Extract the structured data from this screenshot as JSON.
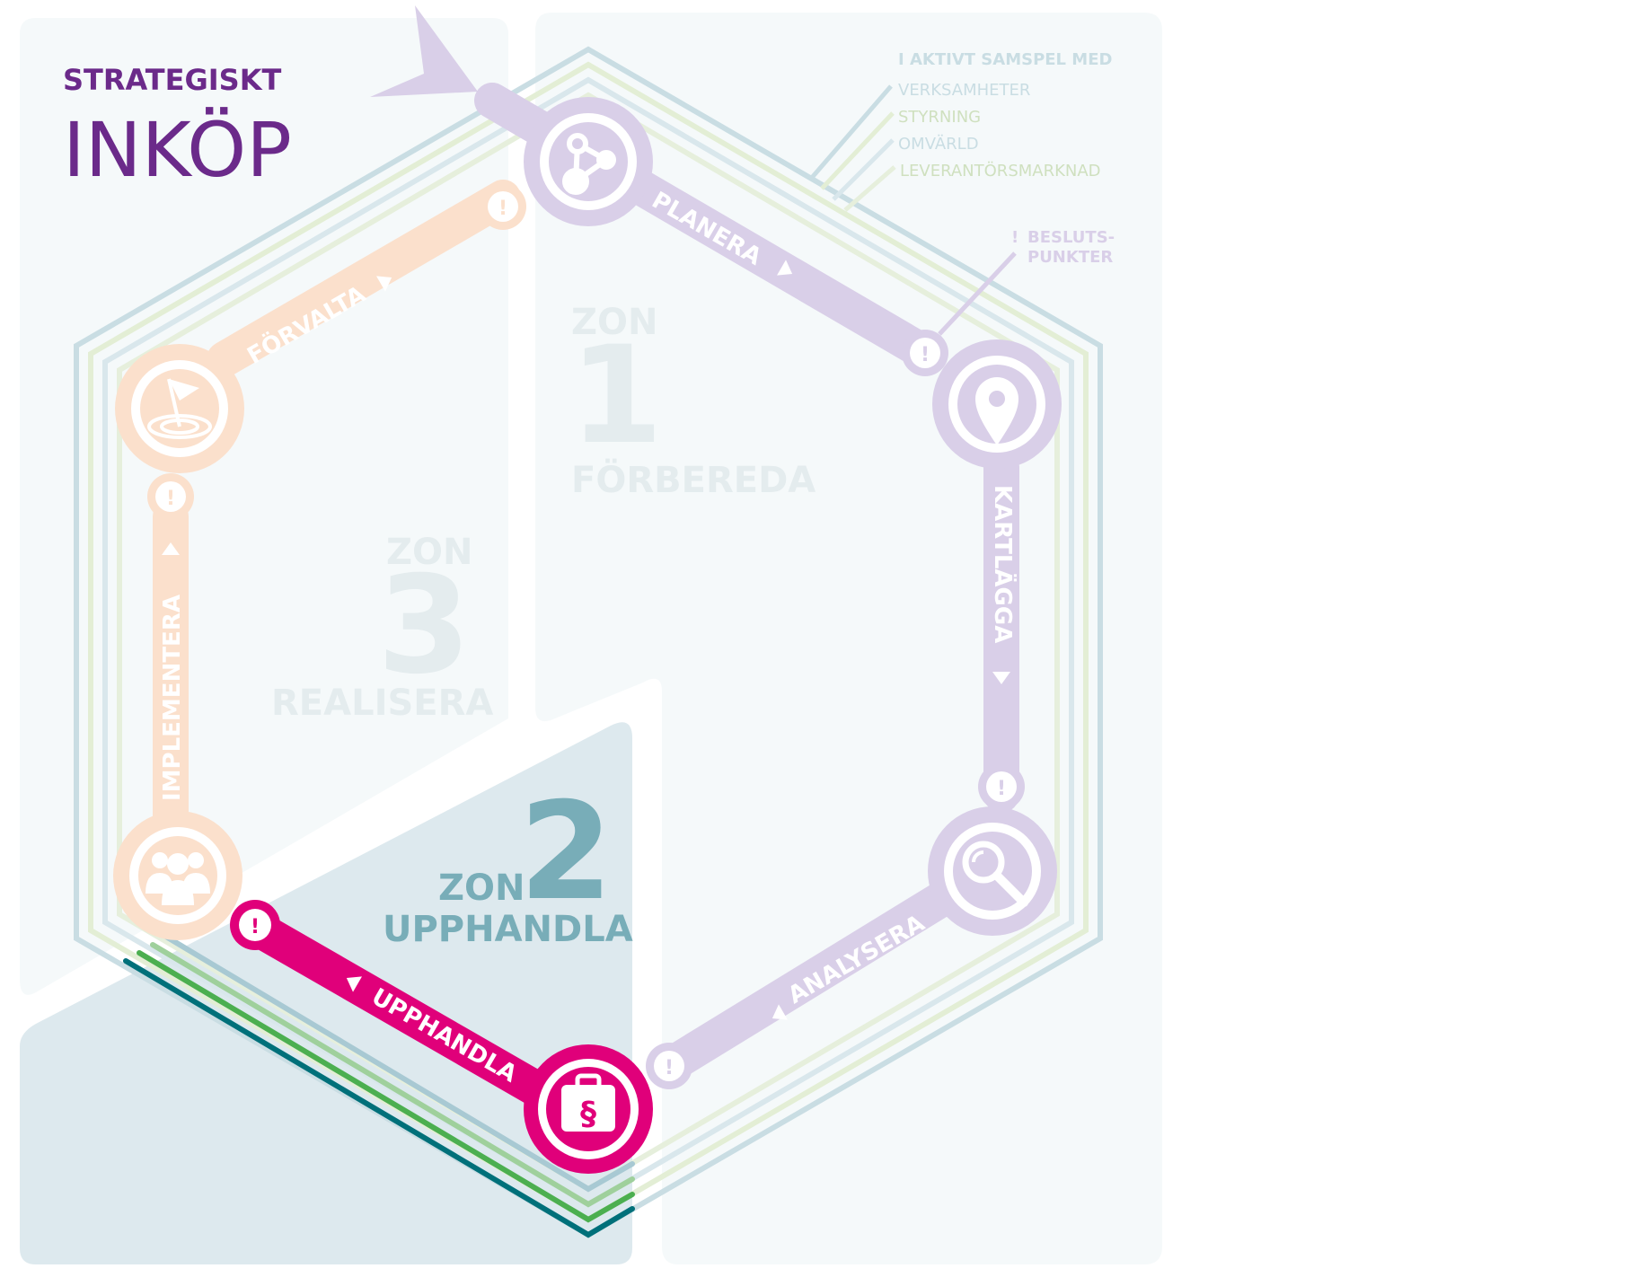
{
  "title": {
    "line1": "STRATEGISKT",
    "line2": "INKÖP"
  },
  "legend": {
    "heading": "I AKTIVT SAMSPEL MED",
    "items": [
      "VERKSAMHETER",
      "STYRNING",
      "OMVÄRLD",
      "LEVERANTÖRSMARKNAD"
    ],
    "decision_mark": "!",
    "decision_label_line1": "BESLUTS-",
    "decision_label_line2": "PUNKTER"
  },
  "zones": [
    {
      "word": "ZON",
      "number": "1",
      "name": "FÖRBEREDA"
    },
    {
      "word": "ZON",
      "number": "2",
      "name": "UPPHANDLA"
    },
    {
      "word": "ZON",
      "number": "3",
      "name": "REALISERA"
    }
  ],
  "stages": [
    {
      "label": "PLANERA",
      "icon": "network-icon"
    },
    {
      "label": "KARTLÄGGA",
      "icon": "location-pin-icon"
    },
    {
      "label": "ANALYSERA",
      "icon": "magnifier-icon"
    },
    {
      "label": "UPPHANDLA",
      "icon": "paragraph-briefcase-icon"
    },
    {
      "label": "IMPLEMENTERA",
      "icon": "people-icon"
    },
    {
      "label": "FÖRVALTA",
      "icon": "flag-target-icon"
    }
  ],
  "decision_mark": "!",
  "colors": {
    "purple_dark": "#6b2a8a",
    "purple_light": "#d9cfe8",
    "magenta": "#e0007a",
    "peach": "#fbe0cc",
    "zone2_bg": "#dde9ee",
    "zone_bg": "#f5f9fa",
    "zone2_text": "#78adb8",
    "zone_faint": "#e4ecee",
    "line_blue": "#c9dde3",
    "line_green": "#e3eed5",
    "line_teal_dark": "#00707a",
    "line_green_dark": "#4caf50"
  }
}
